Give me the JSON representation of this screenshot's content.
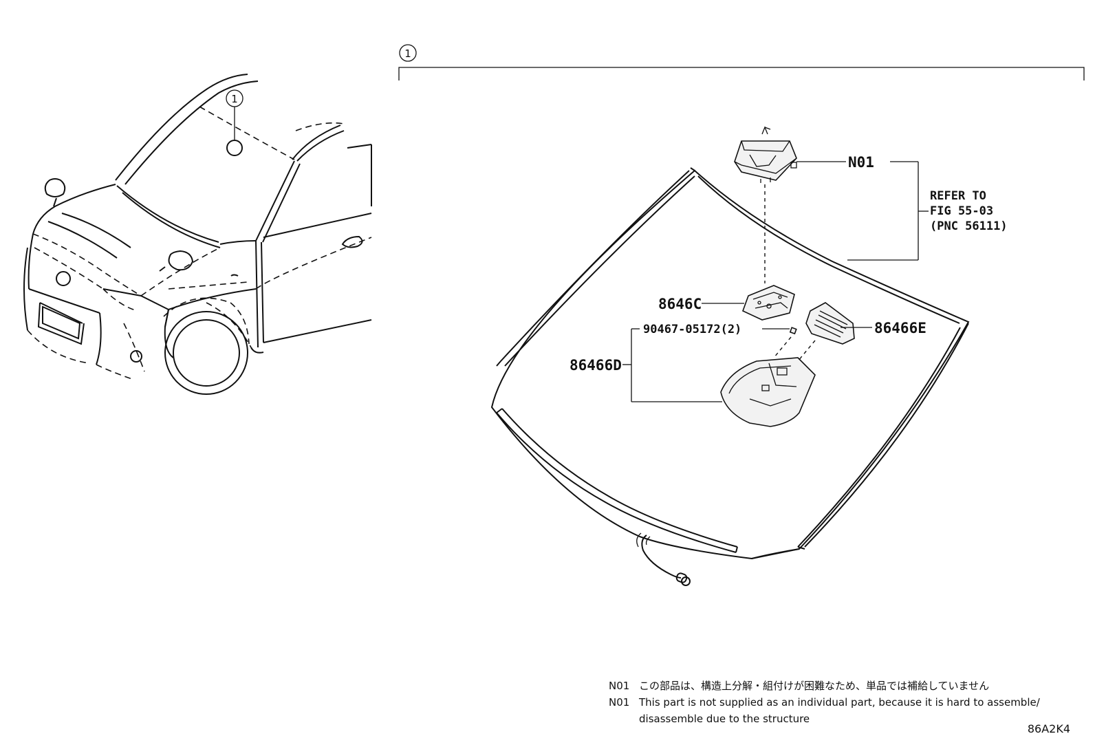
{
  "callout_number": "1",
  "parts": {
    "n01": "N01",
    "p8646C": "8646C",
    "p90467": "90467-05172(2)",
    "p86466D": "86466D",
    "p86466E": "86466E"
  },
  "refer": {
    "line1": "REFER TO",
    "line2": "FIG 55-03",
    "line3": "(PNC 56111)"
  },
  "notes": [
    {
      "code": "N01",
      "text": "この部品は、構造上分解・組付けが困難なため、単品では補給していません"
    },
    {
      "code": "N01",
      "text": "This part is not supplied as an individual part, because it is hard to assemble/",
      "text2": "disassemble due to the structure"
    }
  ],
  "figure_code": "86A2K4"
}
